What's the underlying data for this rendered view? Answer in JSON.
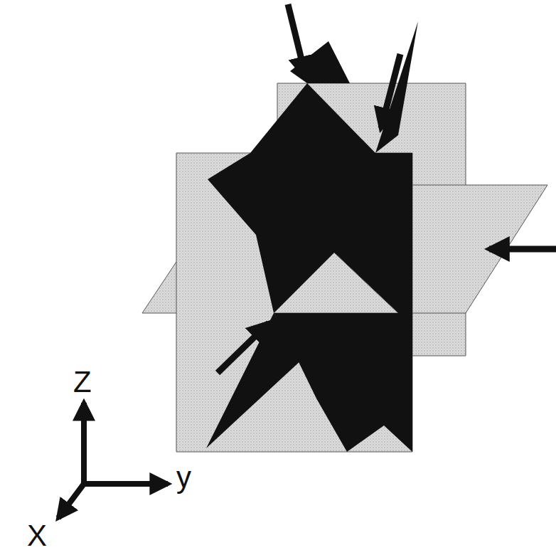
{
  "diagram": {
    "labels": [
      "Z",
      "y",
      "X"
    ]
  }
}
